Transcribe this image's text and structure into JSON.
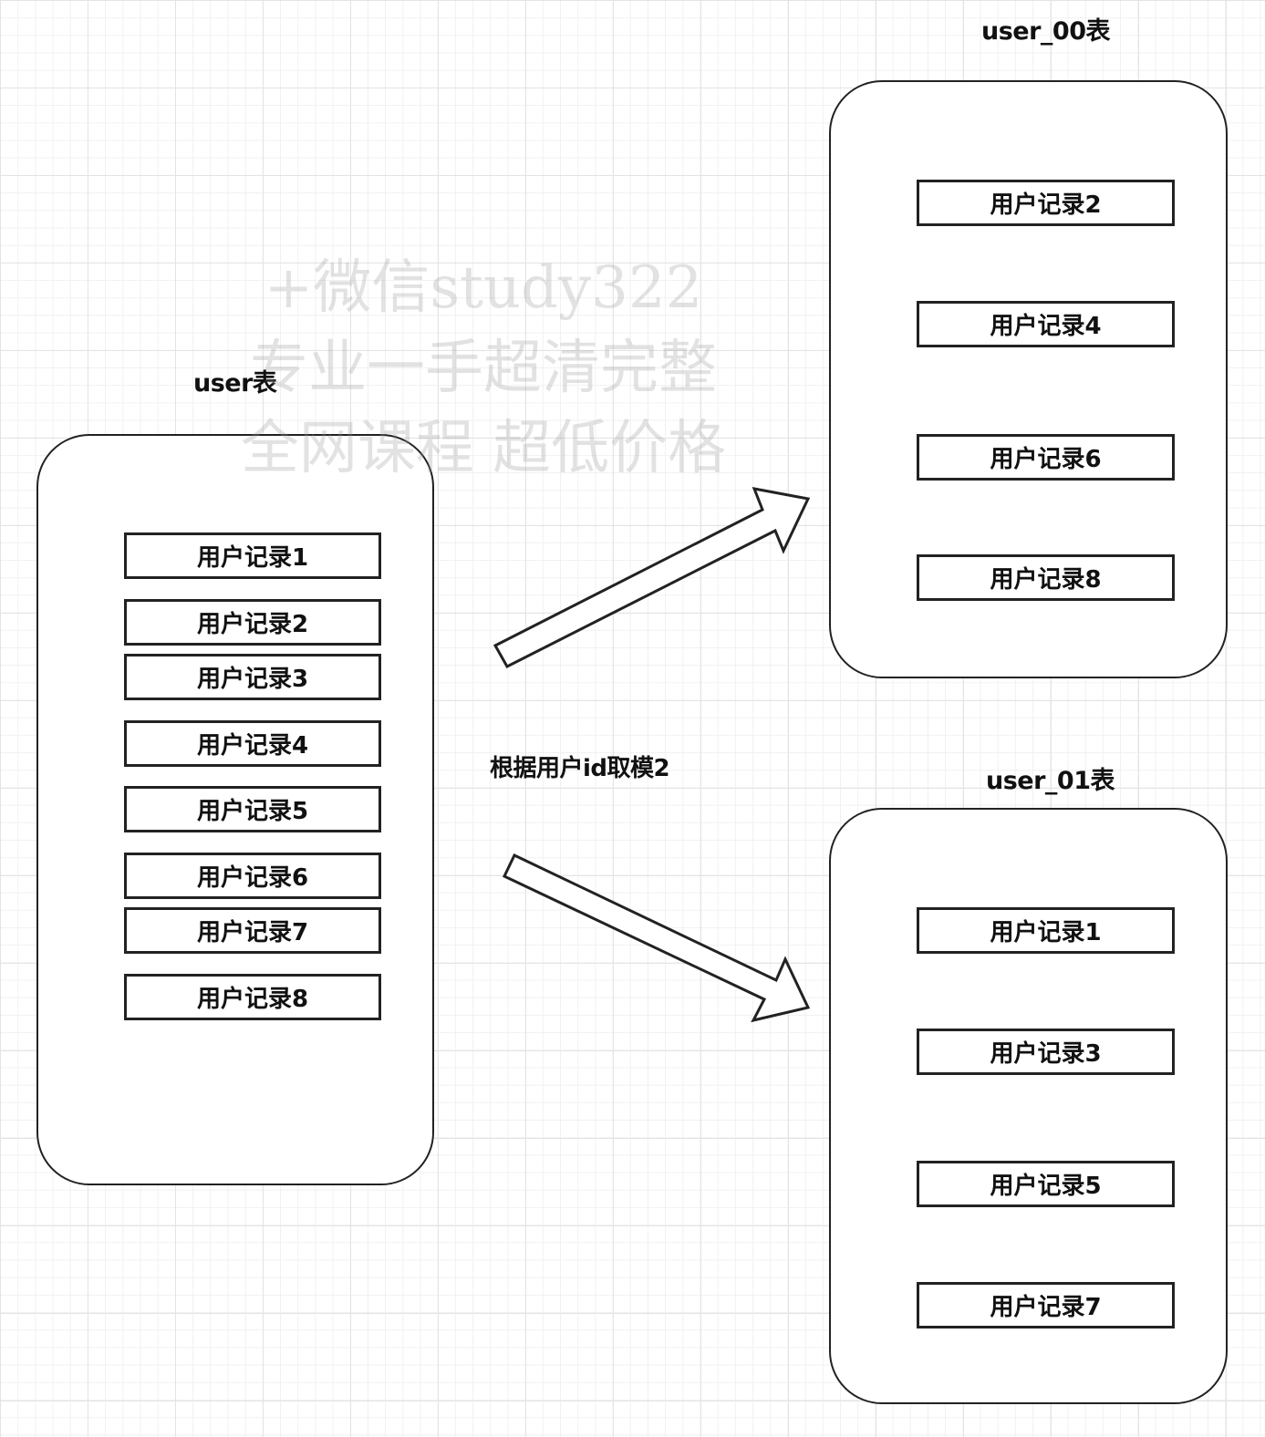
{
  "source_table": {
    "label": "user表",
    "records": [
      "用户记录1",
      "用户记录2",
      "用户记录3",
      "用户记录4",
      "用户记录5",
      "用户记录6",
      "用户记录7",
      "用户记录8"
    ]
  },
  "shard_00": {
    "label": "user_00表",
    "records": [
      "用户记录2",
      "用户记录4",
      "用户记录6",
      "用户记录8"
    ]
  },
  "shard_01": {
    "label": "user_01表",
    "records": [
      "用户记录1",
      "用户记录3",
      "用户记录5",
      "用户记录7"
    ]
  },
  "rule_label": "根据用户id取模2",
  "watermark": {
    "line1": "+微信study322",
    "line2": "专业一手超清完整",
    "line3": "全网课程 超低价格"
  }
}
